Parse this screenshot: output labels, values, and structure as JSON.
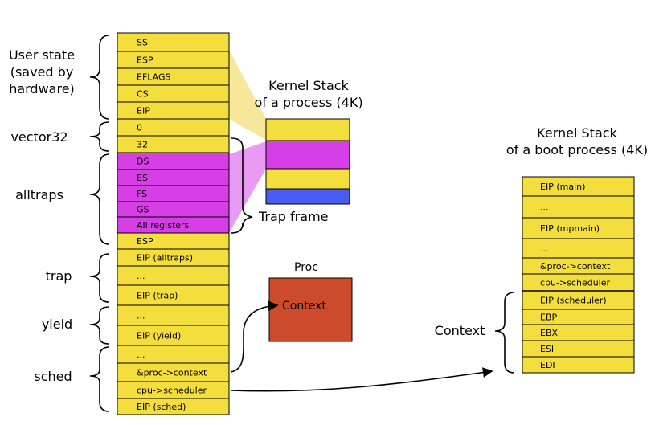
{
  "left_stack": [
    {
      "label": "SS",
      "color": "yellow"
    },
    {
      "label": "ESP",
      "color": "yellow"
    },
    {
      "label": "EFLAGS",
      "color": "yellow"
    },
    {
      "label": "CS",
      "color": "yellow"
    },
    {
      "label": "EIP",
      "color": "yellow"
    },
    {
      "label": "0",
      "color": "yellow"
    },
    {
      "label": "32",
      "color": "yellow"
    },
    {
      "label": "DS",
      "color": "magenta"
    },
    {
      "label": "ES",
      "color": "magenta"
    },
    {
      "label": "FS",
      "color": "magenta"
    },
    {
      "label": "GS",
      "color": "magenta"
    },
    {
      "label": "All registers",
      "color": "magenta"
    },
    {
      "label": "ESP",
      "color": "yellow"
    },
    {
      "label": "EIP (alltraps)",
      "color": "yellow"
    },
    {
      "label": "...",
      "color": "yellow"
    },
    {
      "label": "EIP (trap)",
      "color": "yellow"
    },
    {
      "label": "...",
      "color": "yellow"
    },
    {
      "label": "EIP (yield)",
      "color": "yellow"
    },
    {
      "label": "...",
      "color": "yellow"
    },
    {
      "label": "&proc->context",
      "color": "yellow"
    },
    {
      "label": "cpu->scheduler",
      "color": "yellow"
    },
    {
      "label": "EIP (sched)",
      "color": "yellow"
    }
  ],
  "left_groups": {
    "user_state": "User state\n(saved by\nhardware)",
    "vector32": "vector32",
    "alltraps": "alltraps",
    "trap": "trap",
    "yield": "yield",
    "sched": "sched"
  },
  "kernel_stack_process": {
    "title_line1": "Kernel Stack",
    "title_line2": "of a process (4K)"
  },
  "trap_frame_label": "Trap frame",
  "proc": {
    "title": "Proc",
    "context_label": "Context"
  },
  "kernel_stack_boot": {
    "title_line1": "Kernel Stack",
    "title_line2": "of a boot process (4K)",
    "cells": [
      "EIP (main)",
      "...",
      "EIP (mpmain)",
      "...",
      "&proc->context",
      "cpu->scheduler",
      "EIP (scheduler)",
      "EBP",
      "EBX",
      "ESI",
      "EDI"
    ]
  },
  "context_brace_label": "Context",
  "colors": {
    "yellow": "#f4de3e",
    "magenta": "#d63ee6",
    "blue": "#4a5cf4",
    "proc_box": "#cc4b2a",
    "highlight_yellow": "#f4e38a",
    "highlight_magenta": "#e58af2"
  }
}
